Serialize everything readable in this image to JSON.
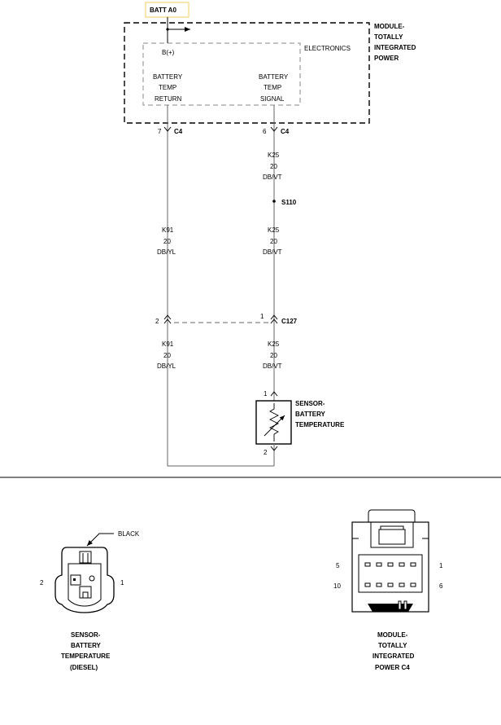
{
  "top": {
    "batt_label": "BATT A0",
    "batt_box_color": "#f5d77a",
    "module_lines": [
      "MODULE-",
      "TOTALLY",
      "INTEGRATED",
      "POWER"
    ],
    "electronics": "ELECTRONICS",
    "bplus": "B(+)",
    "left_pin_lines": [
      "BATTERY",
      "TEMP",
      "RETURN"
    ],
    "right_pin_lines": [
      "BATTERY",
      "TEMP",
      "SIGNAL"
    ]
  },
  "wires": {
    "left_c4": {
      "pin": "7",
      "conn": "C4"
    },
    "right_c4": {
      "pin": "6",
      "conn": "C4"
    },
    "k25_top": [
      "K25",
      "20",
      "DB/VT"
    ],
    "splice": "S110",
    "k91_mid": [
      "K91",
      "20",
      "DB/YL"
    ],
    "k25_mid": [
      "K25",
      "20",
      "DB/VT"
    ],
    "c127": {
      "left_pin": "2",
      "right_pin": "1",
      "conn": "C127"
    },
    "k91_bot": [
      "K91",
      "20",
      "DB/YL"
    ],
    "k25_bot": [
      "K25",
      "20",
      "DB/VT"
    ],
    "sensor_pin_top": "1",
    "sensor_pin_bot": "2",
    "sensor_lines": [
      "SENSOR-",
      "BATTERY",
      "TEMPERATURE"
    ]
  },
  "connectors": {
    "sensor_view": {
      "color_callout": "BLACK",
      "pin_left": "2",
      "pin_right": "1",
      "caption": [
        "SENSOR-",
        "BATTERY",
        "TEMPERATURE",
        "(DIESEL)"
      ]
    },
    "module_view": {
      "pin_top_left": "5",
      "pin_top_right": "1",
      "pin_bot_left": "10",
      "pin_bot_right": "6",
      "caption": [
        "MODULE-",
        "TOTALLY",
        "INTEGRATED",
        "POWER C4"
      ]
    }
  }
}
